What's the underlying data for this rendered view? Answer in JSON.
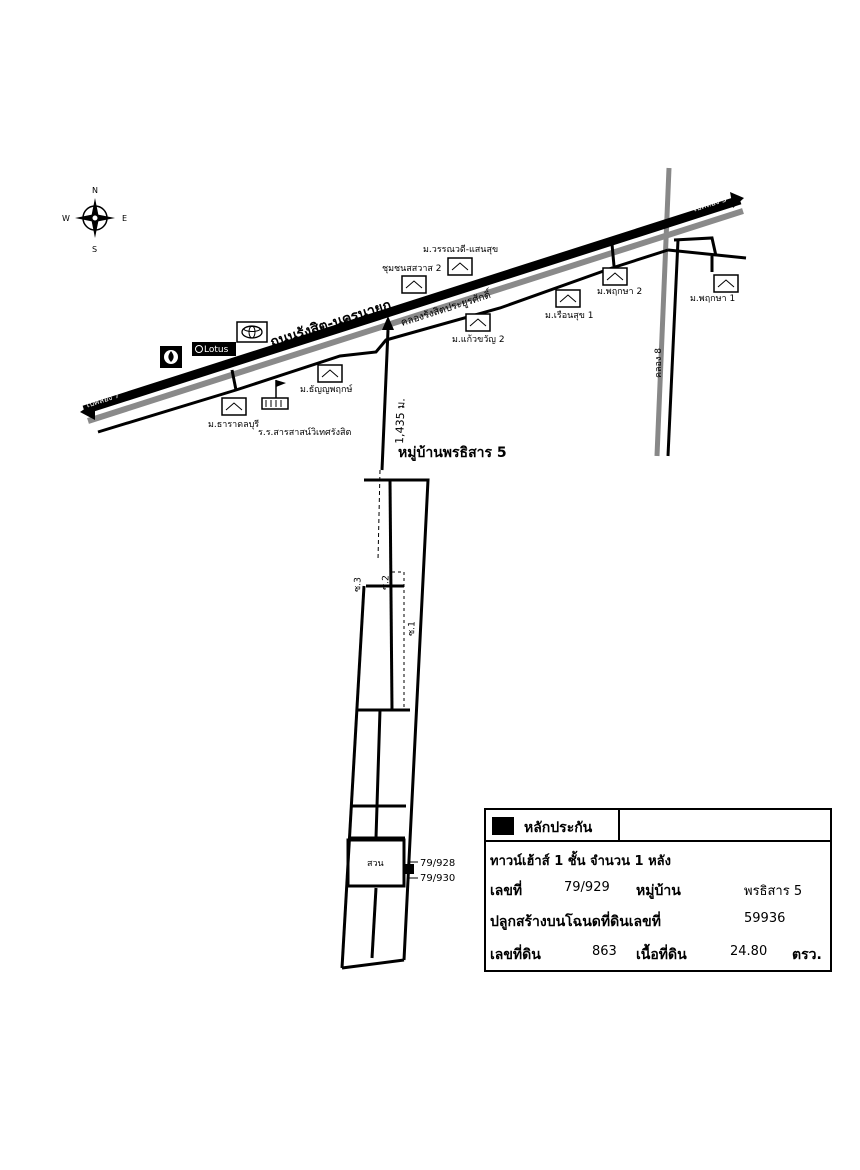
{
  "compass": {
    "n": "N",
    "s": "S",
    "e": "E",
    "w": "W"
  },
  "roads": {
    "main_road": "ถนนรังสิต-นครนายก",
    "canal": "คลองรังสิตประยูรศักดิ์",
    "to_klong3": "ไปคลอง 3",
    "to_klong7": "ไปคลอง 7",
    "klong8": "คลอง 8",
    "distance": "1,435 ม.",
    "target_village": "หมู่บ้านพรธิสาร 5"
  },
  "landmarks": {
    "wannawadi": "ม.วรรณวดี-แสนสุข",
    "chumchon": "ชุมชนสสวาส 2",
    "pruksa2": "ม.พฤกษา 2",
    "pruksa1": "ม.พฤกษา 1",
    "ruensuk": "ม.เรือนสุข 1",
    "kaewkwan": "ม.แก้วขวัญ 2",
    "thanyapruk": "ม.ธัญญพฤกษ์",
    "tharadonburi": "ม.ธาราดลบุรี",
    "school": "ร.ร.สารสาสน์วิเทศรังสิต",
    "lotus": "Lotus"
  },
  "sois": {
    "soi1": "ซ.1",
    "soi2": "ซ.2",
    "soi3": "ซ.3"
  },
  "plot": {
    "garden": "สวน",
    "neighbor1": "79/928",
    "neighbor2": "79/930"
  },
  "info": {
    "legend_label": "หลักประกัน",
    "title": "ทาวน์เฮ้าส์ 1 ชั้น จำนวน 1 หลัง",
    "no_label": "เลขที่",
    "no_value": "79/929",
    "village_label": "หมู่บ้าน",
    "village_value": "พรธิสาร 5",
    "deed_label": "ปลูกสร้างบนโฉนดที่ดินเลขที่",
    "deed_value": "59936",
    "landno_label": "เลขที่ดิน",
    "landno_value": "863",
    "area_label": "เนื้อที่ดิน",
    "area_value": "24.80",
    "area_unit": "ตรว."
  }
}
